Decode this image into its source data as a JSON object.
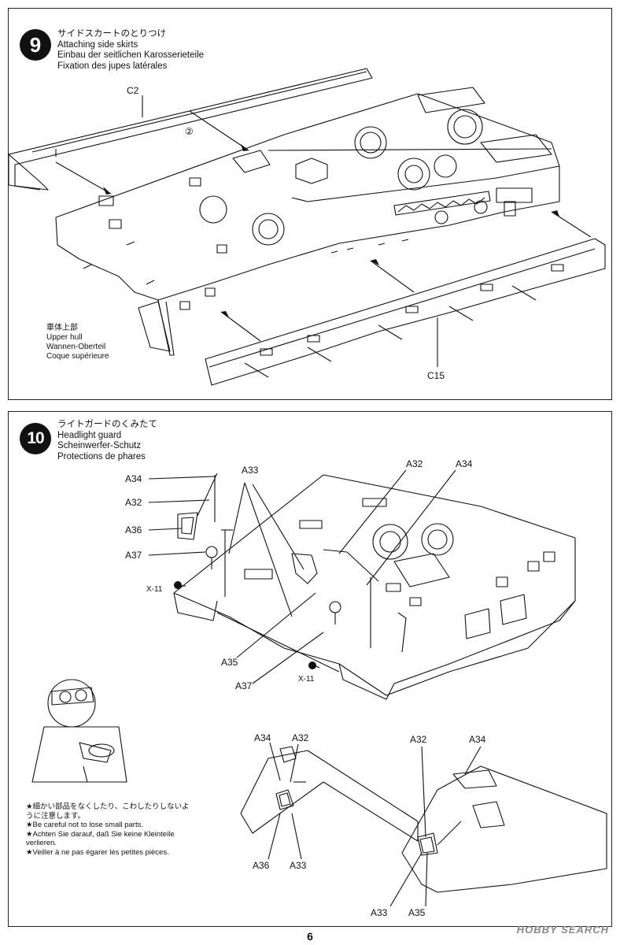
{
  "steps": [
    {
      "number": "9",
      "title_jp": "サイドスカートのとりつけ",
      "title_en": "Attaching side skirts",
      "title_de": "Einbau der seitlichen Karosserieteile",
      "title_fr": "Fixation des jupes latérales",
      "part_labels": {
        "c2": "C2",
        "c15": "C15",
        "circled_2": "②"
      },
      "hull_label": {
        "jp": "車体上部",
        "en": "Upper hull",
        "de": "Wannen-Oberteil",
        "fr": "Coque supérieure"
      }
    },
    {
      "number": "10",
      "title_jp": "ライトガードのくみたて",
      "title_en": "Headlight guard",
      "title_de": "Scheinwerfer-Schutz",
      "title_fr": "Protections de phares",
      "part_labels": {
        "a34_left": "A34",
        "a32_left": "A32",
        "a36_left": "A36",
        "a37_left": "A37",
        "a33_top": "A33",
        "a32_top": "A32",
        "a34_top": "A34",
        "x11_left": "X-11",
        "a35_mid": "A35",
        "a37_mid": "A37",
        "x11_mid": "X-11",
        "a34_b1": "A34",
        "a32_b1": "A32",
        "a36_b1": "A36",
        "a33_b1": "A33",
        "a32_b2": "A32",
        "a34_b2": "A34",
        "a33_b2": "A33",
        "a35_b2": "A35"
      },
      "warning": {
        "jp": "★細かい部品をなくしたり、こわしたりしないように注意します。",
        "en": "★Be careful not to lose small parts.",
        "de": "★Achten Sie darauf, daß Sie keine Kleinteile verlieren.",
        "fr": "★Veiller à ne pas égarer les petites pièces."
      }
    }
  ],
  "page_number": "6",
  "watermark": "HOBBY SEARCH"
}
